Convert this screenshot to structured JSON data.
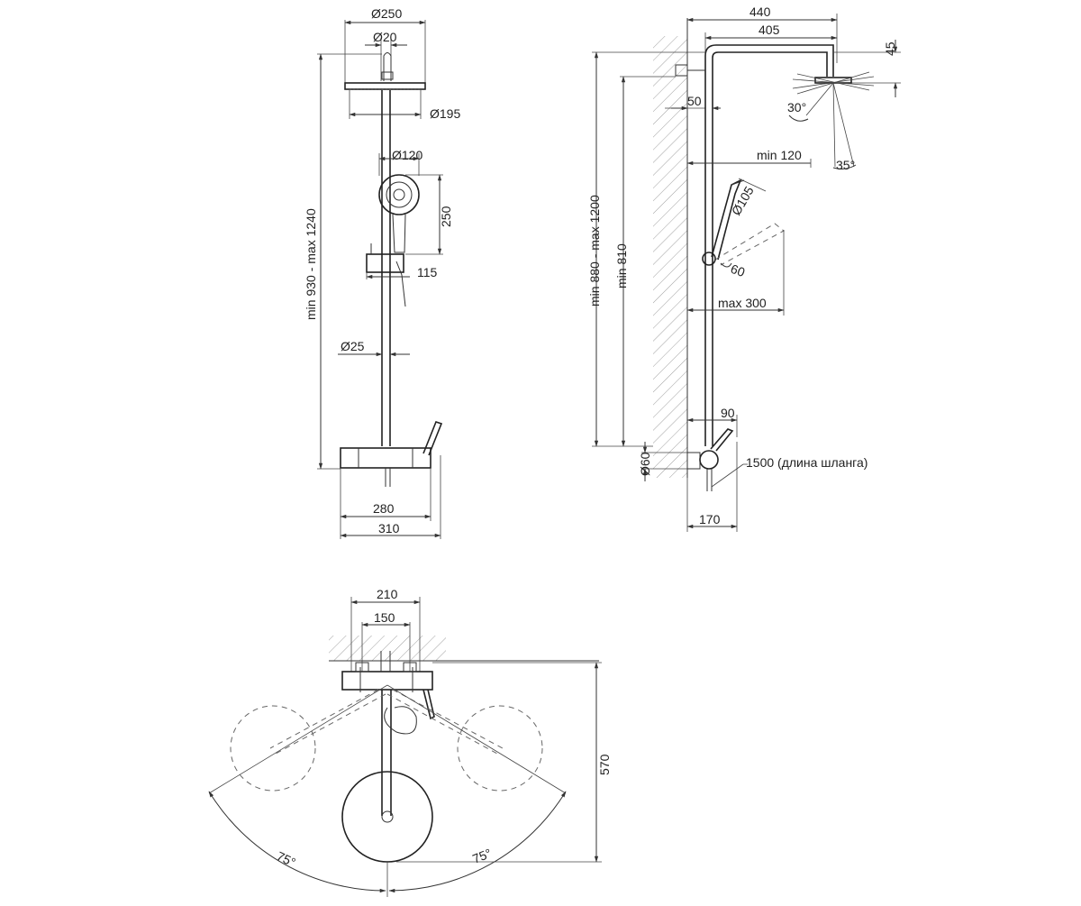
{
  "front_view": {
    "d250": "Ø250",
    "d20": "Ø20",
    "d195": "Ø195",
    "d120": "Ø120",
    "h250": "250",
    "w115": "115",
    "height_range": "min 930 - max 1240",
    "d25": "Ø25",
    "w280": "280",
    "w310": "310"
  },
  "side_view": {
    "w440": "440",
    "w405": "405",
    "h45": "45",
    "w50": "50",
    "angle30": "30°",
    "angle35": "35°",
    "min120": "min 120",
    "d105": "Ø105",
    "angle60": "60",
    "max300": "max 300",
    "height_range": "min 880 - max 1200",
    "min810": "min 810",
    "w90": "90",
    "d60": "Ø60",
    "hose_note": "1500 (длина шланга)",
    "w170": "170"
  },
  "top_view": {
    "w210": "210",
    "w150": "150",
    "h570": "570",
    "angle_left": "75°",
    "angle_right": "75°"
  }
}
